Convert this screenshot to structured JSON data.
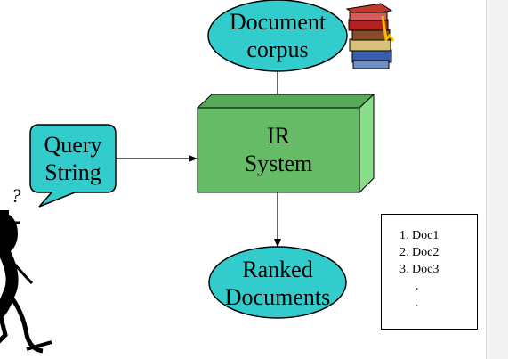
{
  "nodes": {
    "corpus": [
      "Document",
      "corpus"
    ],
    "query": [
      "Query",
      "String"
    ],
    "system": [
      "IR",
      "System"
    ],
    "ranked": [
      "Ranked",
      "Documents"
    ]
  },
  "results": {
    "items": [
      "1. Doc1",
      "2. Doc2",
      "3. Doc3",
      ".",
      "."
    ]
  },
  "punctuation": {
    "question": "?"
  },
  "colors": {
    "ellipse_fill": "#33cccc",
    "callout_fill": "#33cccc",
    "box_front": "#66bb66",
    "box_top": "#55aa55",
    "box_side": "#88dd88",
    "stroke": "#000000"
  },
  "icons": [
    "books-stack-icon",
    "stick-figure-icon"
  ]
}
